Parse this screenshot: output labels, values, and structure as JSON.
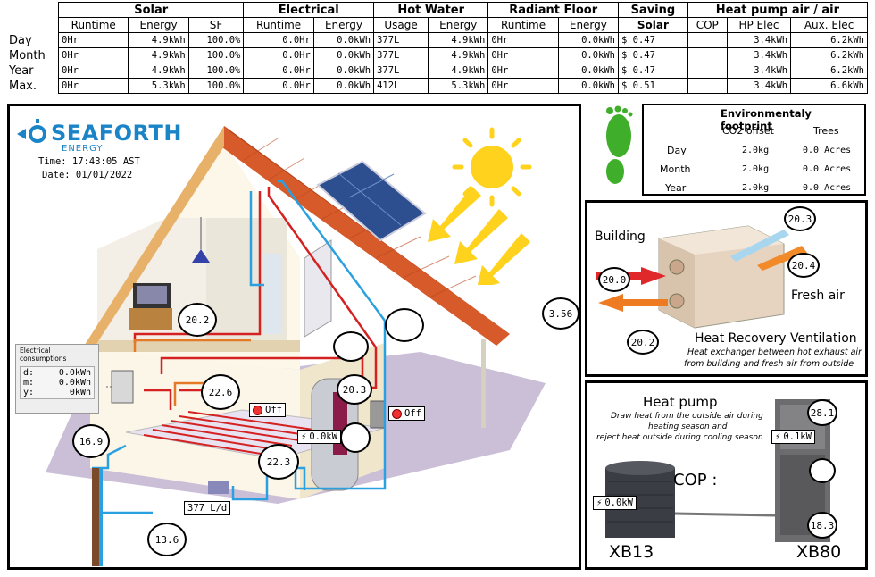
{
  "summary": {
    "groups": [
      "Solar",
      "Electrical",
      "Hot Water",
      "Radiant Floor",
      "Saving",
      "Heat pump air / air"
    ],
    "subheaders": [
      "Runtime",
      "Energy",
      "SF",
      "Runtime",
      "Energy",
      "Usage",
      "Energy",
      "Runtime",
      "Energy",
      "Solar",
      "COP",
      "HP Elec",
      "Aux. Elec"
    ],
    "rows": [
      {
        "label": "Day",
        "cells": [
          "0Hr",
          "4.9kWh",
          "100.0%",
          "0.0Hr",
          "0.0kWh",
          "377L",
          "4.9kWh",
          "0Hr",
          "0.0kWh",
          "$  0.47",
          "",
          "3.4kWh",
          "6.2kWh"
        ]
      },
      {
        "label": "Month",
        "cells": [
          "0Hr",
          "4.9kWh",
          "100.0%",
          "0.0Hr",
          "0.0kWh",
          "377L",
          "4.9kWh",
          "0Hr",
          "0.0kWh",
          "$  0.47",
          "",
          "3.4kWh",
          "6.2kWh"
        ]
      },
      {
        "label": "Year",
        "cells": [
          "0Hr",
          "4.9kWh",
          "100.0%",
          "0.0Hr",
          "0.0kWh",
          "377L",
          "4.9kWh",
          "0Hr",
          "0.0kWh",
          "$  0.47",
          "",
          "3.4kWh",
          "6.2kWh"
        ]
      },
      {
        "label": "Max.",
        "cells": [
          "0Hr",
          "5.3kWh",
          "100.0%",
          "0.0Hr",
          "0.0kWh",
          "412L",
          "5.3kWh",
          "0Hr",
          "0.0kWh",
          "$  0.51",
          "",
          "3.4kWh",
          "6.6kWh"
        ]
      }
    ]
  },
  "brand": {
    "name": "SEAFORTH",
    "sub": "ENERGY",
    "color": "#1a84c7"
  },
  "clock": {
    "time": "Time: 17:43:05 AST",
    "date": "Date: 01/01/2022"
  },
  "house": {
    "elec_title": "Electrical consumptions",
    "elec": [
      {
        "k": "d:",
        "v": "0.0kWh"
      },
      {
        "k": "m:",
        "v": "0.0kWh"
      },
      {
        "k": "y:",
        "v": "0kWh"
      }
    ],
    "bubbles": {
      "upper_floor": "20.2",
      "manifold": "22.6",
      "tank": "20.3",
      "ground_in": "16.9",
      "floor": "22.3",
      "ground_out": "13.6",
      "pipe_top": "",
      "tank_out": "",
      "tank_low": ""
    },
    "switch_tank": "Off",
    "switch_wall": "Off",
    "tank_power": "0.0kW",
    "flow": "377 L/d",
    "misc_value": "3.56"
  },
  "footprint": {
    "title": "Environmentaly footprint",
    "cols": [
      "CO2 offset",
      "Trees"
    ],
    "rows": [
      {
        "label": "Day",
        "co2": "2.0kg",
        "trees": "0.0 Acres"
      },
      {
        "label": "Month",
        "co2": "2.0kg",
        "trees": "0.0 Acres"
      },
      {
        "label": "Year",
        "co2": "2.0kg",
        "trees": "0.0 Acres"
      }
    ]
  },
  "hrv": {
    "title": "Heat Recovery Ventilation",
    "desc1": "Heat exchanger between hot exhaust air",
    "desc2": "from building and fresh air from outside",
    "building": "Building",
    "fresh": "Fresh air",
    "temps": {
      "exhaust_out": "20.3",
      "fresh_in": "20.4",
      "building_in": "20.0",
      "building_out": "20.2"
    }
  },
  "heatpump": {
    "title": "Heat pump",
    "desc1": "Draw heat from the outside air during",
    "desc2": "heating season and",
    "desc3": "reject heat outside during cooling season",
    "cop_label": "COP :",
    "outdoor_model": "XB13",
    "indoor_model": "XB80",
    "outdoor_power": "0.0kW",
    "indoor_power": "0.1kW",
    "temp_top": "28.1",
    "temp_mid": "",
    "temp_bottom": "18.3"
  }
}
